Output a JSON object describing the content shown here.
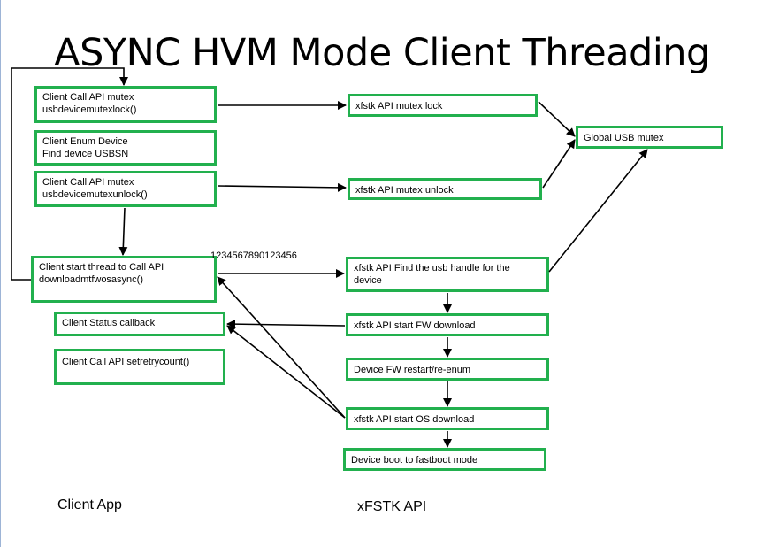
{
  "title": "ASYNC HVM Mode Client Threading",
  "client_boxes": {
    "mutex_lock": [
      "Client Call API mutex",
      "usbdevicemutexlock()"
    ],
    "enum": [
      "Client Enum Device",
      "Find device USBSN"
    ],
    "mutex_unlock": [
      "Client Call API mutex",
      "usbdevicemutexunlock()"
    ],
    "start_thread": [
      "Client start thread to Call API",
      "downloadmtfwosasync()"
    ],
    "status": [
      "Client Status callback"
    ],
    "retry": [
      "Client Call API setretrycount()"
    ]
  },
  "xfstk_boxes": {
    "lock": [
      "xfstk API mutex  lock"
    ],
    "unlock": [
      "xfstk API mutex  unlock"
    ],
    "find_handle": [
      "xfstk API Find the usb handle for the",
      "device"
    ],
    "fw_download": [
      "xfstk API start FW download"
    ],
    "restart": [
      "Device FW restart/re-enum"
    ],
    "os_download": [
      "xfstk API start OS download"
    ],
    "fastboot": [
      "Device boot to fastboot mode"
    ]
  },
  "global_mutex": [
    "Global USB mutex"
  ],
  "counter_text": "1234567890123456",
  "footer": {
    "client_app": "Client App",
    "xfstk_api": "xFSTK API"
  }
}
